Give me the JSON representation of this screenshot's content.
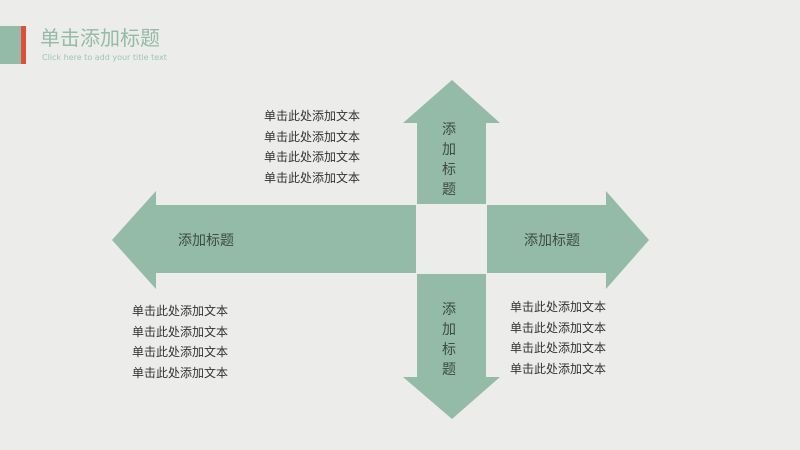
{
  "header": {
    "title": "单击添加标题",
    "subtitle": "Click here to add your title text"
  },
  "arrows": {
    "top": {
      "label": "添加标题"
    },
    "left": {
      "label": "添加标题"
    },
    "right": {
      "label": "添加标题"
    },
    "bottom": {
      "label": "添加标题"
    }
  },
  "text_blocks": {
    "top_left": [
      "单击此处添加文本",
      "单击此处添加文本",
      "单击此处添加文本",
      "单击此处添加文本"
    ],
    "bottom_left": [
      "单击此处添加文本",
      "单击此处添加文本",
      "单击此处添加文本",
      "单击此处添加文本"
    ],
    "bottom_right": [
      "单击此处添加文本",
      "单击此处添加文本",
      "单击此处添加文本",
      "单击此处添加文本"
    ]
  },
  "colors": {
    "arrow_fill": "#93bba7",
    "accent_red": "#e04e3a",
    "background": "#ececea"
  }
}
